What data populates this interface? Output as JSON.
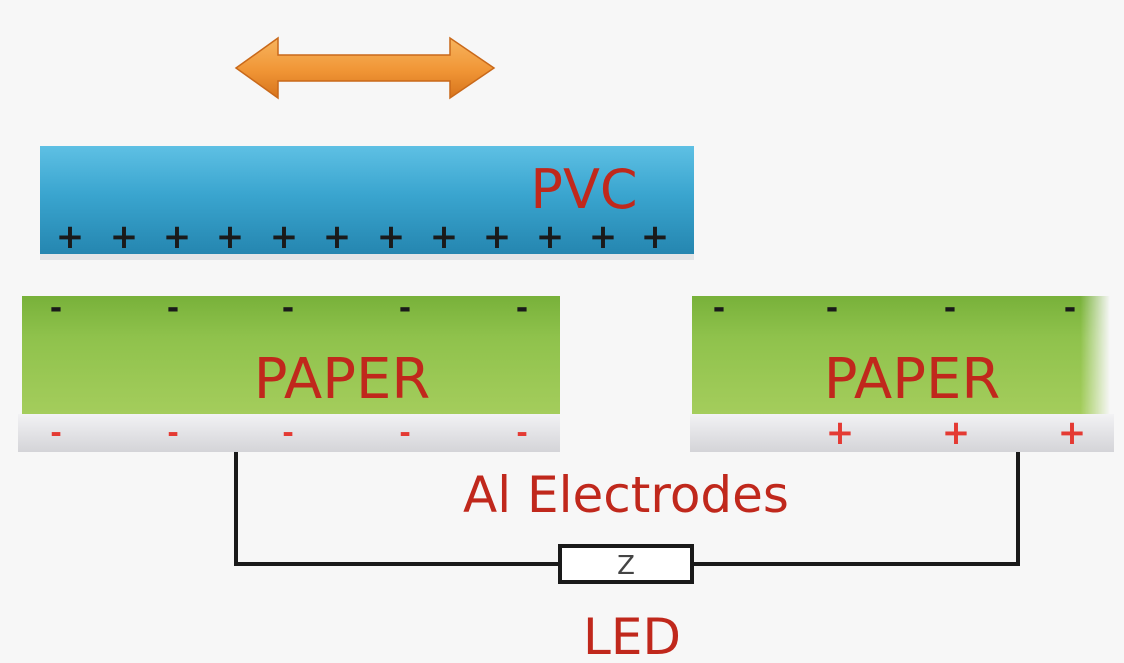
{
  "labels": {
    "pvc": "PVC",
    "paper_left": "PAPER",
    "paper_right": "PAPER",
    "electrodes": "Al Electrodes",
    "led": "LED",
    "led_symbol": "Z"
  },
  "charges": {
    "pvc_bottom": [
      "+",
      "+",
      "+",
      "+",
      "+",
      "+",
      "+",
      "+",
      "+",
      "+",
      "+",
      "+"
    ],
    "paper_left_top": [
      "-",
      "-",
      "-",
      "-",
      "-"
    ],
    "paper_right_top": [
      "-",
      "-",
      "-",
      "-"
    ],
    "electrode_left": [
      "-",
      "-",
      "-",
      "-",
      "-"
    ],
    "electrode_right": [
      "+",
      "+",
      "+"
    ]
  },
  "icons": {
    "motion_arrow": "double-headed-horizontal-arrow"
  },
  "colors": {
    "pvc": "#3fa8cf",
    "paper": "#8ec146",
    "electrode": "#e6e6e8",
    "arrow": "#f29a3a",
    "label_red": "#c0281c",
    "charge_red": "#e43a33",
    "charge_dark": "#1a1a1a",
    "wire": "#1a1a1a"
  }
}
